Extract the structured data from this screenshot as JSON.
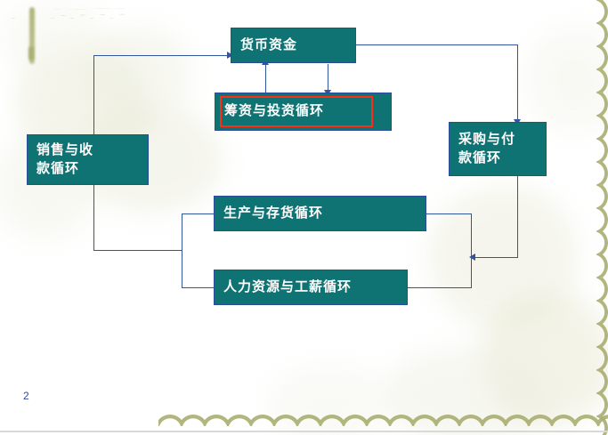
{
  "slide": {
    "page_number": "2",
    "background_color": "#ffffff",
    "accent_colors": {
      "box_fill": "#0f7373",
      "box_border": "#2a4d9b",
      "connector": "#33559e",
      "highlight_frame": "#ff2d15",
      "ornament": "#a9ae70",
      "page_number": "#2c4ca0"
    }
  },
  "diagram": {
    "title": "",
    "nodes": [
      {
        "id": "money",
        "label": "货币资金"
      },
      {
        "id": "financing",
        "label": "筹资与投资循环"
      },
      {
        "id": "sales",
        "label_line1": "销售与收",
        "label_line2": "款循环"
      },
      {
        "id": "purchase",
        "label_line1": "采购与付",
        "label_line2": "款循环"
      },
      {
        "id": "production",
        "label": "生产与存货循环"
      },
      {
        "id": "hr",
        "label": "人力资源与工薪循环"
      }
    ],
    "edges": [
      {
        "from": "sales",
        "to": "money",
        "direction": "right"
      },
      {
        "from": "money",
        "to": "purchase",
        "direction": "down"
      },
      {
        "from": "financing",
        "to": "money",
        "direction": "up"
      },
      {
        "from": "money",
        "to": "financing",
        "direction": "down"
      },
      {
        "from": "production",
        "to": "sales",
        "direction": "up"
      },
      {
        "from": "hr",
        "to": "sales",
        "direction": "up"
      },
      {
        "from": "purchase",
        "to": "production",
        "direction": "left"
      },
      {
        "from": "purchase",
        "to": "hr",
        "direction": "left"
      }
    ]
  }
}
